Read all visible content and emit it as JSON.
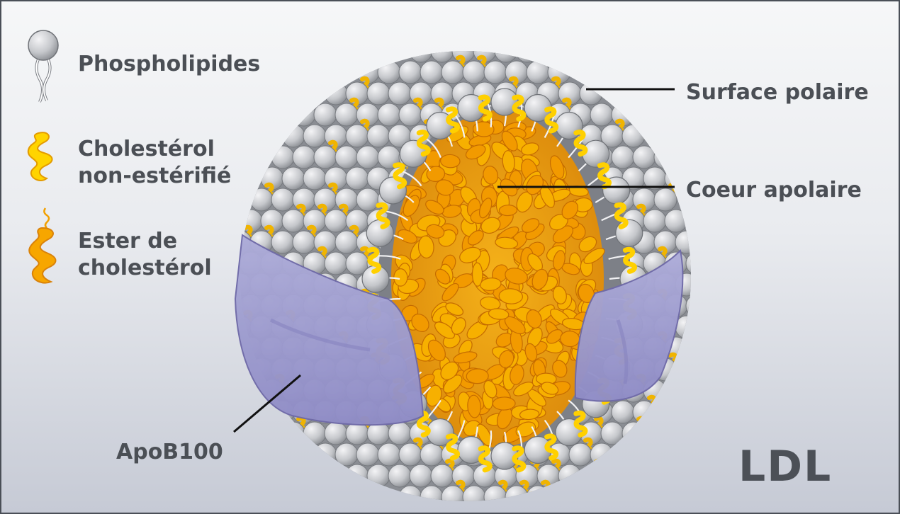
{
  "legend": {
    "phospholipid": "Phospholipides",
    "cholesterol_line1": "Cholestérol",
    "cholesterol_line2": "non-estérifié",
    "ester_line1": "Ester de",
    "ester_line2": "cholestérol"
  },
  "labels": {
    "surface": "Surface polaire",
    "core": "Coeur apolaire",
    "apo": "ApoB100",
    "title": "LDL"
  },
  "colors": {
    "frame": "#4a4f57",
    "headgroup": "#c8c9cc",
    "headgroup_edge": "#7a7d82",
    "cholesterol": "#ffd400",
    "cholesterol_edge": "#e09a00",
    "ester_core": "#f6a800",
    "ester_dark": "#c96a00",
    "protein": "#9d9bd0",
    "protein_edge": "#6f6aa8",
    "text": "#4b4f55"
  },
  "icons": [
    "phospholipid-icon",
    "cholesterol-icon",
    "cholesterol-ester-icon"
  ]
}
